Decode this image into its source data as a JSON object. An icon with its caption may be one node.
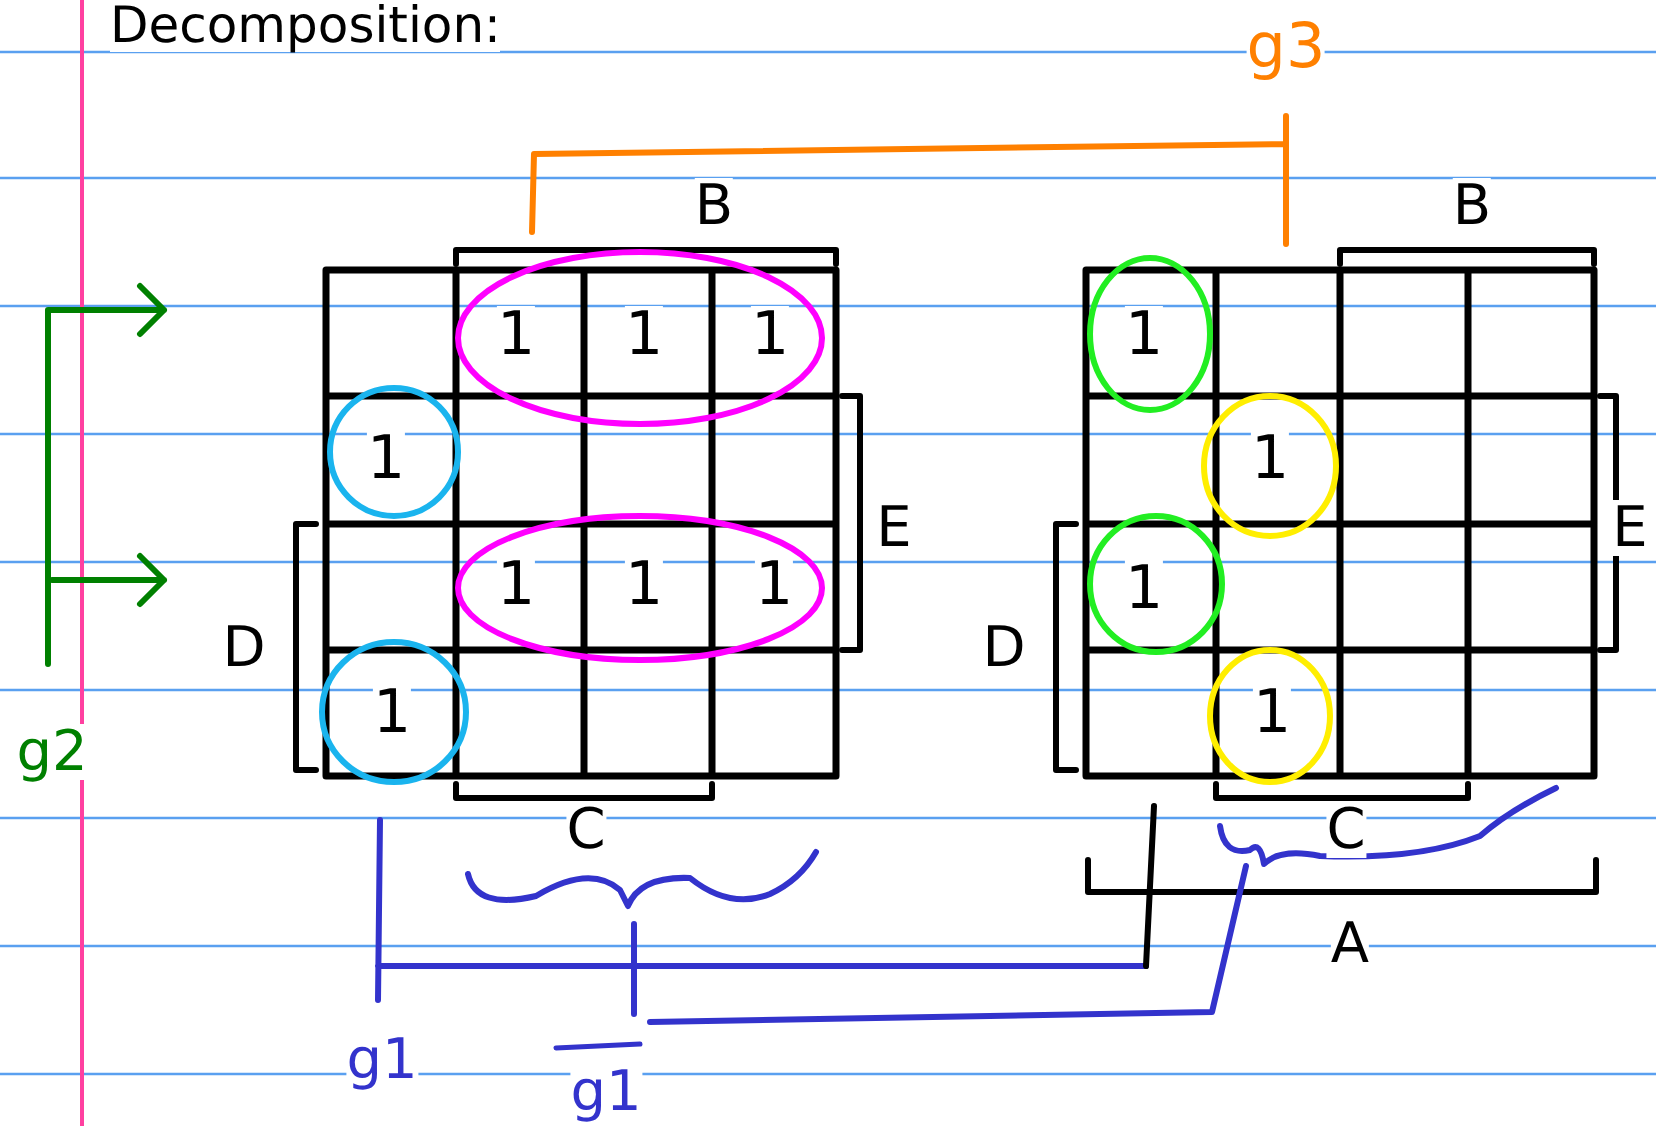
{
  "diagram": {
    "title": "Decomposition:",
    "labels": [
      "g3",
      "B",
      "B",
      "1",
      "1",
      "1",
      "1",
      "1",
      "1",
      "E",
      "E",
      "1",
      "1",
      "1",
      "1",
      "D",
      "D",
      "g2",
      "1",
      "1",
      "C",
      "C",
      "A",
      "g1",
      "g1"
    ]
  }
}
